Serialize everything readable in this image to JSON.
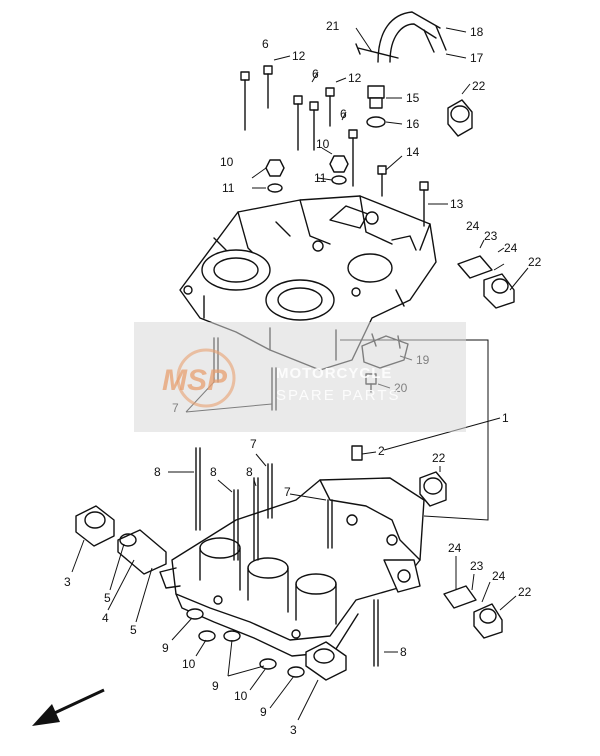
{
  "watermark": {
    "brand": "MSP",
    "line1": "MOTORCYCLE",
    "line2": "SPARE PARTS"
  },
  "callouts": {
    "c1": "1",
    "c2": "2",
    "c3a": "3",
    "c3b": "3",
    "c4": "4",
    "c5a": "5",
    "c5b": "5",
    "c6a": "6",
    "c6b": "6",
    "c6c": "6",
    "c7a": "7",
    "c7b": "7",
    "c7c": "7",
    "c8a": "8",
    "c8b": "8",
    "c8c": "8",
    "c8d": "8",
    "c9a": "9",
    "c9b": "9",
    "c9c": "9",
    "c10a": "10",
    "c10b": "10",
    "c10c": "10",
    "c10d": "10",
    "c11a": "11",
    "c11b": "11",
    "c12a": "12",
    "c12b": "12",
    "c13": "13",
    "c14": "14",
    "c15": "15",
    "c16": "16",
    "c17": "17",
    "c18": "18",
    "c19": "19",
    "c20": "20",
    "c21": "21",
    "c22a": "22",
    "c22b": "22",
    "c22c": "22",
    "c22d": "22",
    "c23a": "23",
    "c23b": "23",
    "c24a": "24",
    "c24b": "24",
    "c24c": "24",
    "c24d": "24"
  }
}
